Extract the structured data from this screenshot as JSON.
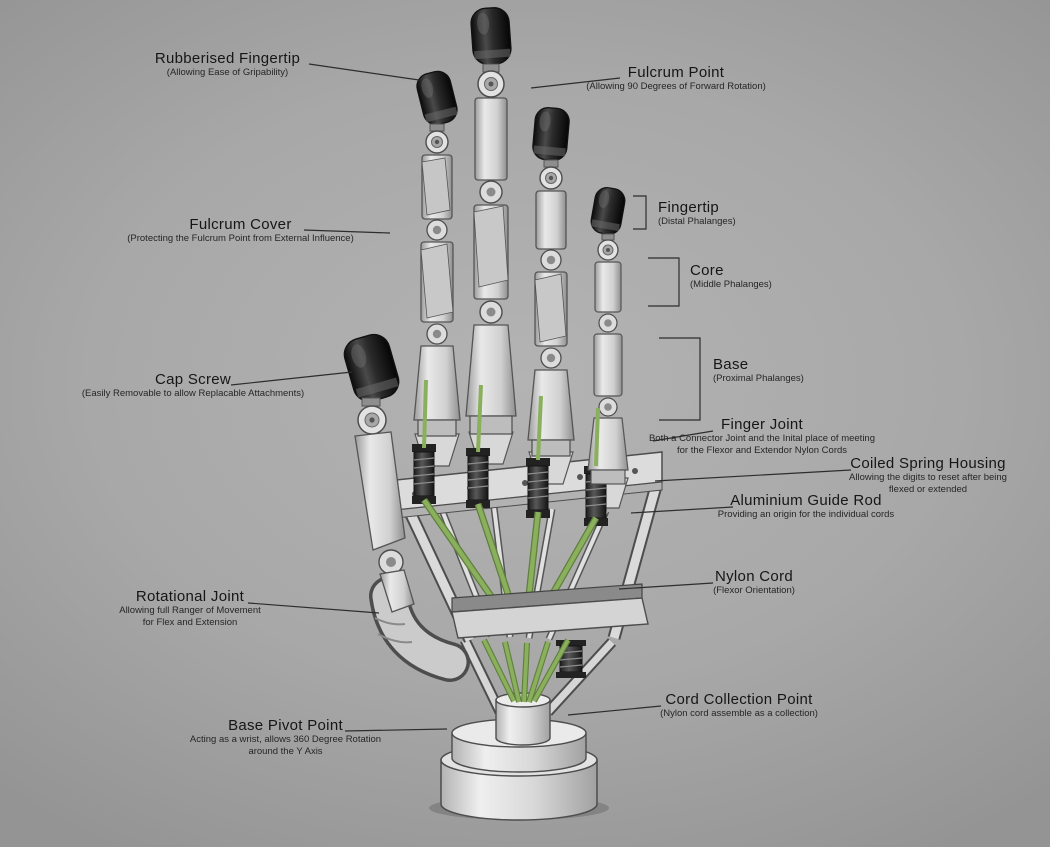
{
  "colors": {
    "background": "#a8a8a8",
    "leader_line": "#2d2d2d",
    "text_title": "#161616",
    "text_sub": "#262626",
    "nylon_cord_green": "#8aaf5d",
    "cap_black": "#141414",
    "metal_light": "#e8e8e8",
    "metal_dark": "#8f8f8f"
  },
  "annotations": [
    {
      "id": "rubberised-fingertip",
      "title": "Rubberised Fingertip",
      "sub1": "(Allowing Ease of Gripability)"
    },
    {
      "id": "fulcrum-point",
      "title": "Fulcrum Point",
      "sub1": "(Allowing 90 Degrees of Forward Rotation)"
    },
    {
      "id": "fulcrum-cover",
      "title": "Fulcrum Cover",
      "sub1": "(Protecting the Fulcrum Point from External Influence)"
    },
    {
      "id": "fingertip",
      "title": "Fingertip",
      "sub1": "(Distal Phalanges)"
    },
    {
      "id": "core",
      "title": "Core",
      "sub1": "(Middle Phalanges)"
    },
    {
      "id": "base",
      "title": "Base",
      "sub1": "(Proximal Phalanges)"
    },
    {
      "id": "cap-screw",
      "title": "Cap Screw",
      "sub1": "(Easily Removable to allow Replacable Attachments)"
    },
    {
      "id": "finger-joint",
      "title": "Finger Joint",
      "sub1": "Both a Connector Joint and the Inital place of meeting",
      "sub2": "for the Flexor and Extendor Nylon Cords"
    },
    {
      "id": "coiled-spring-housing",
      "title": "Coiled Spring Housing",
      "sub1": "Allowing the digits to reset after being",
      "sub2": "flexed or extended"
    },
    {
      "id": "aluminium-guide-rod",
      "title": "Aluminium Guide Rod",
      "sub1": "Providing an origin for the individual cords"
    },
    {
      "id": "nylon-cord",
      "title": "Nylon Cord",
      "sub1": "(Flexor Orientation)"
    },
    {
      "id": "rotational-joint",
      "title": "Rotational Joint",
      "sub1": "Allowing full Ranger of Movement",
      "sub2": "for Flex and Extension"
    },
    {
      "id": "cord-collection-point",
      "title": "Cord Collection Point",
      "sub1": "(Nylon cord assemble as a collection)"
    },
    {
      "id": "base-pivot-point",
      "title": "Base Pivot Point",
      "sub1": "Acting as a wrist, allows 360 Degree Rotation",
      "sub2": "around the Y Axis"
    }
  ]
}
